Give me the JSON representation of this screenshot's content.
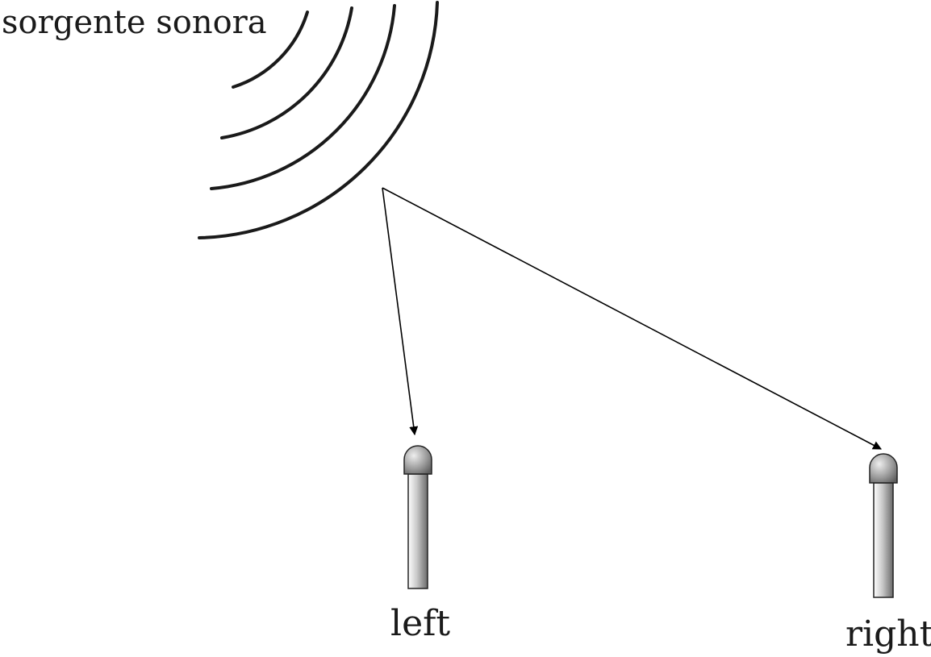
{
  "source": {
    "label": "sorgente sonora"
  },
  "microphones": [
    {
      "id": "left",
      "label": "left"
    },
    {
      "id": "right",
      "label": "right"
    }
  ]
}
